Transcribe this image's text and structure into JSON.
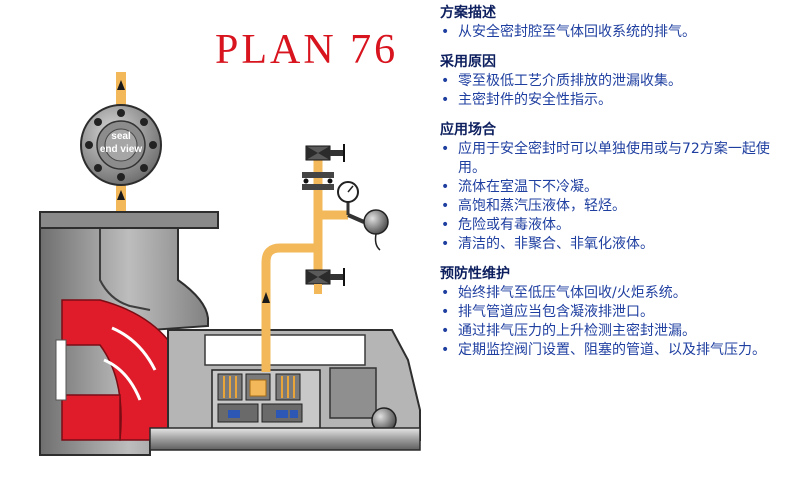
{
  "diagram": {
    "title": "PLAN 76",
    "flange_label_line1": "seal",
    "flange_label_line2": "end view"
  },
  "sections": [
    {
      "heading": "方案描述",
      "items": [
        "从安全密封腔至气体回收系统的排气。"
      ]
    },
    {
      "heading": "采用原因",
      "items": [
        "零至极低工艺介质排放的泄漏收集。",
        "主密封件的安全性指示。"
      ]
    },
    {
      "heading": "应用场合",
      "items": [
        "应用于安全密封时可以单独使用或与72方案一起使用。",
        "流体在室温下不冷凝。",
        "高饱和蒸汽压液体，轻烃。",
        "危险或有毒液体。",
        "清洁的、非聚合、非氧化液体。"
      ]
    },
    {
      "heading": "预防性维护",
      "items": [
        "始终排气至低压气体回收/火炬系统。",
        "排气管道应当包含凝液排泄口。",
        "通过排气压力的上升检测主密封泄漏。",
        "定期监控阀门设置、阻塞的管道、以及排气压力。"
      ]
    }
  ],
  "colors": {
    "title_red": "#d8141f",
    "text_blue": "#1f3fa0",
    "heading_navy": "#0d1f5e",
    "pipe_orange": "#f2b85a",
    "casing_gray": "#9a9a9a",
    "impeller_red": "#e01b2a"
  }
}
